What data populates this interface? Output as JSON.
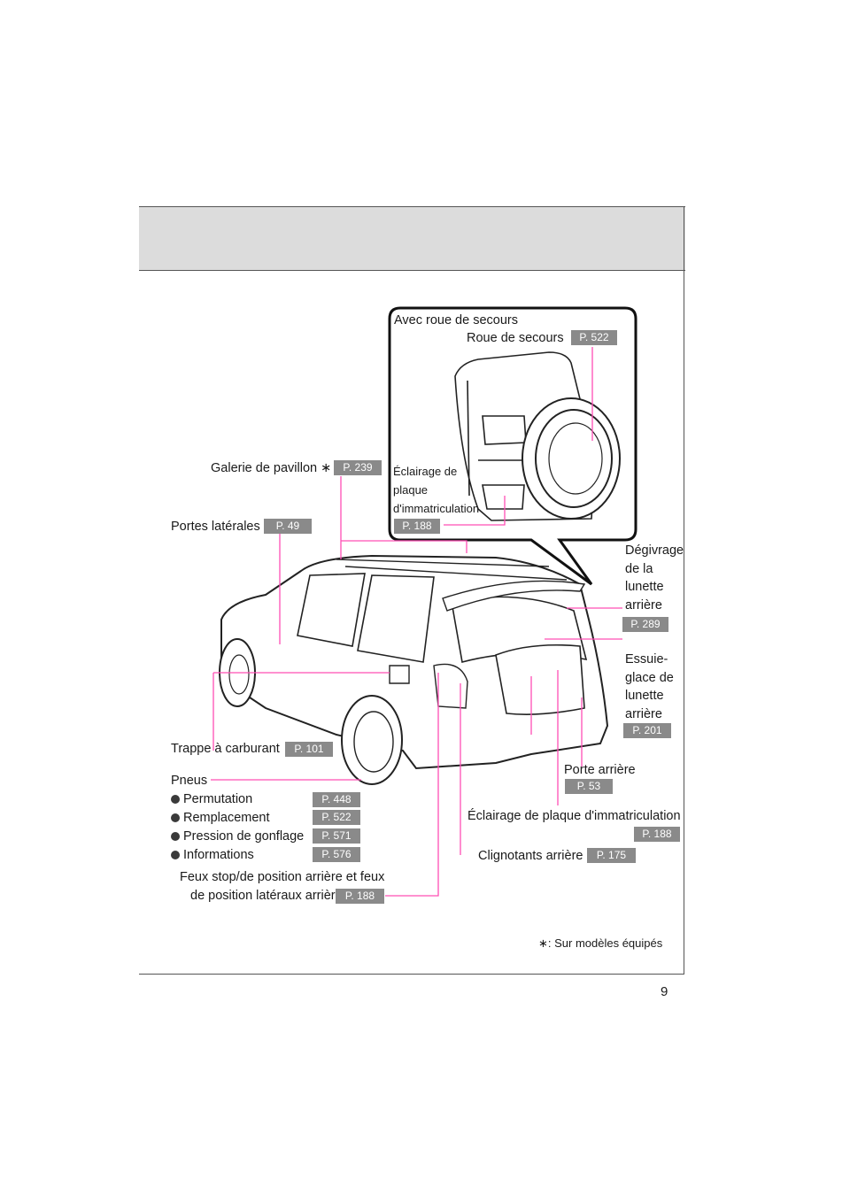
{
  "page_number": "9",
  "footnote": "∗: Sur modèles équipés",
  "colors": {
    "leader_line": "#ff4fb5",
    "badge_bg": "#8a8a8a",
    "header_band": "#dcdcdc"
  },
  "inset": {
    "title": "Avec roue de secours",
    "spare_wheel": {
      "label": "Roue de secours",
      "page": "P. 522"
    },
    "plate_light": {
      "line1": "Éclairage de",
      "line2": "plaque",
      "line3": "d'immatriculation",
      "page": "P. 188"
    }
  },
  "roof_rack": {
    "label": "Galerie de pavillon ∗",
    "page": "P. 239"
  },
  "side_doors": {
    "label": "Portes latérales",
    "page": "P. 49"
  },
  "rear_defogger": {
    "line1": "Dégivrage",
    "line2": "de la",
    "line3": "lunette",
    "line4": "arrière",
    "page": "P. 289"
  },
  "rear_wiper": {
    "line1": "Essuie-",
    "line2": "glace de",
    "line3": "lunette",
    "line4": "arrière",
    "page": "P. 201"
  },
  "fuel_door": {
    "label": "Trappe à carburant",
    "page": "P. 101"
  },
  "back_door": {
    "label": "Porte arrière",
    "page": "P. 53"
  },
  "tires": {
    "label": "Pneus",
    "items": [
      {
        "label": "Permutation",
        "page": "P. 448"
      },
      {
        "label": "Remplacement",
        "page": "P. 522"
      },
      {
        "label": "Pression de gonflage",
        "page": "P. 571"
      },
      {
        "label": "Informations",
        "page": "P. 576"
      }
    ]
  },
  "license_light": {
    "label": "Éclairage de plaque d'immatriculation",
    "page": "P. 188"
  },
  "rear_turn": {
    "label": "Clignotants arrière",
    "page": "P. 175"
  },
  "stop_lights": {
    "line1": "Feux stop/de position arrière et feux",
    "line2": "de position latéraux arrière",
    "page": "P. 188"
  }
}
